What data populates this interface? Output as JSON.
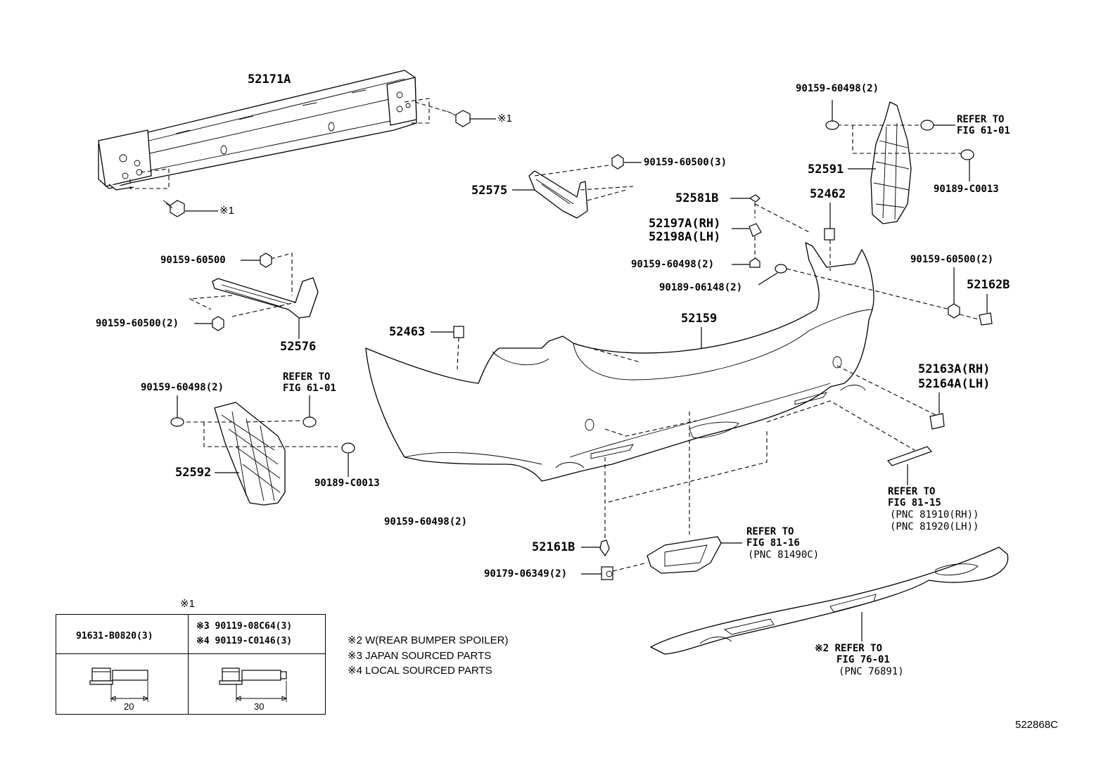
{
  "labels": {
    "reinforcement": "52171A",
    "bolt_ref_left": "※1",
    "bolt_ref_right": "※1",
    "bolt_top_right_bracket": "90159-60500(3)",
    "bracket_left_upper": "52575",
    "screw_left_bracket": "90159-60500",
    "screw_left_bracket_2": "90159-60500(2)",
    "bracket_left_lower": "52576",
    "clip_left_liner": "90159-60498(2)",
    "refer_left_liner_1": "REFER TO",
    "refer_left_liner_2": "FIG 61-01",
    "liner_left": "52592",
    "clip_left_liner_2": "90189-C0013",
    "pad_52463": "52463",
    "clip_bottom_left": "90159-60498(2)",
    "bumper_cover": "52159",
    "retainer_52581B": "52581B",
    "retainer_rh": "52197A(RH)",
    "retainer_lh": "52198A(LH)",
    "clip_retainer": "90159-60498(2)",
    "nut_retainer": "90189-06148(2)",
    "pad_52462": "52462",
    "clip_right_liner_top": "90159-60498(2)",
    "refer_right_liner_1": "REFER TO",
    "refer_right_liner_2": "FIG 61-01",
    "liner_right": "52591",
    "clip_right_liner_2": "90189-C0013",
    "screw_right_side": "90159-60500(2)",
    "cap_52162B": "52162B",
    "cover_rh": "52163A(RH)",
    "cover_lh": "52164A(LH)",
    "refer_reflector_1": "REFER TO",
    "refer_reflector_2": "FIG 81-15",
    "refer_reflector_3": "(PNC 81910(RH))",
    "refer_reflector_4": "(PNC 81920(LH))",
    "clip_52161B": "52161B",
    "nut_90179": "90179-06349(2)",
    "refer_lamp_1": "REFER TO",
    "refer_lamp_2": "FIG 81-16",
    "refer_lamp_3": "(PNC 81490C)",
    "refer_spoiler_1": "※2 REFER TO",
    "refer_spoiler_2": "FIG 76-01",
    "refer_spoiler_3": "(PNC 76891)"
  },
  "table": {
    "title": "※1",
    "col1_part": "91631-B0820(3)",
    "col2_part_a": "※3 90119-08C64(3)",
    "col2_part_b": "※4 90119-C0146(3)",
    "col1_dim": "20",
    "col2_dim": "30"
  },
  "notes": [
    "※2 W(REAR BUMPER SPOILER)",
    "※3 JAPAN SOURCED PARTS",
    "※4 LOCAL SOURCED PARTS"
  ],
  "illustration_code": "522868C"
}
